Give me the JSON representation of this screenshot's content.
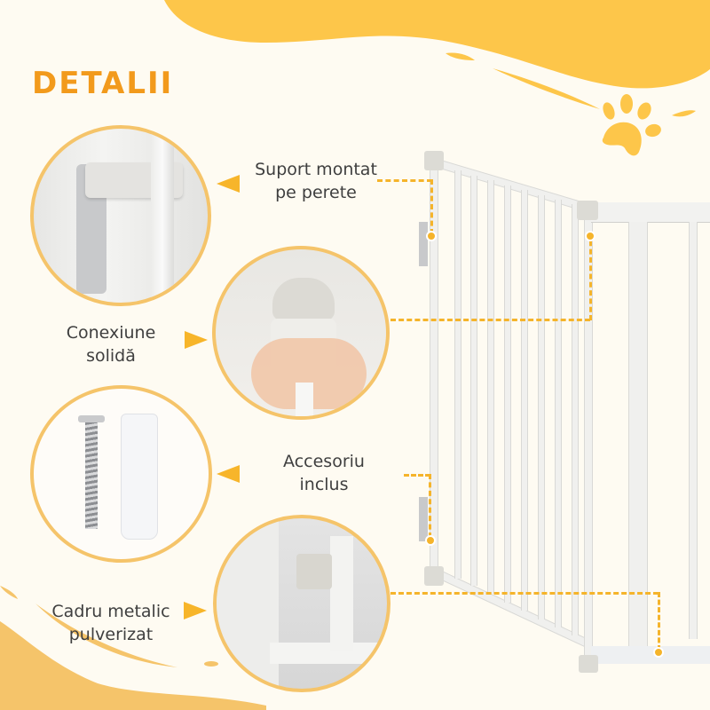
{
  "page": {
    "title": "DETALII",
    "accent_color": "#f29a1c",
    "wave_color": "#fdc64a",
    "background_color": "#fefbf2",
    "text_color": "#3f3f3f"
  },
  "callouts": [
    {
      "label_line1": "Suport montat",
      "label_line2": "pe perete",
      "image": "wall-mount-bracket",
      "arrow": "left"
    },
    {
      "label_line1": "Conexiune",
      "label_line2": "solidă",
      "image": "solid-connection-knob",
      "arrow": "right"
    },
    {
      "label_line1": "Accesoriu",
      "label_line2": "inclus",
      "image": "screw-and-wall-plug",
      "arrow": "left"
    },
    {
      "label_line1": "Cadru metalic",
      "label_line2": "pulverizat",
      "image": "powder-coated-frame-foot",
      "arrow": "right"
    }
  ],
  "decorations": {
    "paw_icon": "paw-print-icon",
    "product": "white metal pet gate with swing panel"
  }
}
